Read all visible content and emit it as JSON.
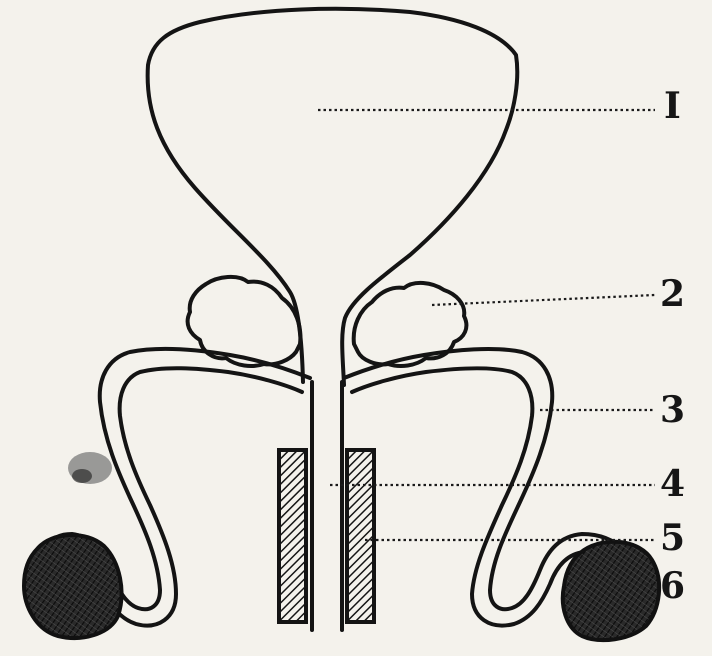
{
  "labels": [
    "I",
    "2",
    "3",
    "4",
    "5",
    "6"
  ]
}
